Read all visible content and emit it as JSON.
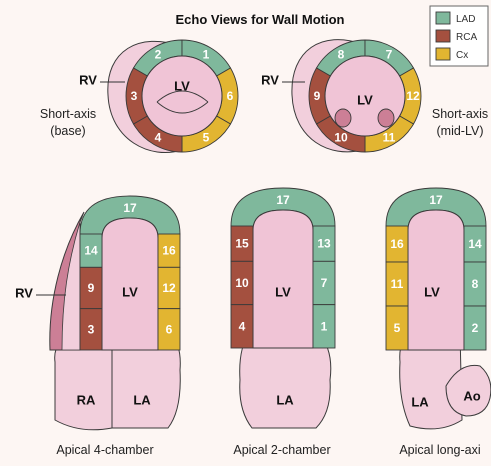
{
  "title": "Echo Views for Wall Motion",
  "colors": {
    "LAD": "#7fb89c",
    "RCA": "#a4503f",
    "Cx": "#e2b531",
    "myocardium": "#f0c4d6",
    "rv_wall": "#cc7f96",
    "atrium": "#f2cfdc",
    "background": "#fdf6f3"
  },
  "legend": [
    {
      "key": "LAD",
      "label": "LAD"
    },
    {
      "key": "RCA",
      "label": "RCA"
    },
    {
      "key": "Cx",
      "label": "Cx"
    }
  ],
  "labels": {
    "rv": "RV",
    "lv": "LV",
    "ra": "RA",
    "la": "LA",
    "ao": "Ao"
  },
  "views": {
    "sax_base": {
      "title": "Short-axis",
      "subtitle": "(base)"
    },
    "sax_mid": {
      "title": "Short-axis",
      "subtitle": "(mid-LV)"
    },
    "a4c": {
      "title": "Apical 4-chamber"
    },
    "a2c": {
      "title": "Apical 2-chamber"
    },
    "alax": {
      "title": "Apical long-axi"
    }
  },
  "segments": {
    "sax_base": [
      {
        "n": "1",
        "territory": "LAD"
      },
      {
        "n": "2",
        "territory": "LAD"
      },
      {
        "n": "3",
        "territory": "RCA"
      },
      {
        "n": "4",
        "territory": "RCA"
      },
      {
        "n": "5",
        "territory": "Cx"
      },
      {
        "n": "6",
        "territory": "Cx"
      }
    ],
    "sax_mid": [
      {
        "n": "7",
        "territory": "LAD"
      },
      {
        "n": "8",
        "territory": "LAD"
      },
      {
        "n": "9",
        "territory": "RCA"
      },
      {
        "n": "10",
        "territory": "RCA"
      },
      {
        "n": "11",
        "territory": "Cx"
      },
      {
        "n": "12",
        "territory": "Cx"
      }
    ],
    "a4c": [
      {
        "n": "17",
        "territory": "LAD"
      },
      {
        "n": "14",
        "territory": "LAD"
      },
      {
        "n": "9",
        "territory": "RCA"
      },
      {
        "n": "3",
        "territory": "RCA"
      },
      {
        "n": "16",
        "territory": "Cx"
      },
      {
        "n": "12",
        "territory": "Cx"
      },
      {
        "n": "6",
        "territory": "Cx"
      }
    ],
    "a2c": [
      {
        "n": "17",
        "territory": "LAD"
      },
      {
        "n": "15",
        "territory": "RCA"
      },
      {
        "n": "10",
        "territory": "RCA"
      },
      {
        "n": "4",
        "territory": "RCA"
      },
      {
        "n": "13",
        "territory": "LAD"
      },
      {
        "n": "7",
        "territory": "LAD"
      },
      {
        "n": "1",
        "territory": "LAD"
      }
    ],
    "alax": [
      {
        "n": "17",
        "territory": "LAD"
      },
      {
        "n": "16",
        "territory": "Cx"
      },
      {
        "n": "11",
        "territory": "Cx"
      },
      {
        "n": "5",
        "territory": "Cx"
      },
      {
        "n": "14",
        "territory": "LAD"
      },
      {
        "n": "8",
        "territory": "LAD"
      },
      {
        "n": "2",
        "territory": "LAD"
      }
    ]
  }
}
